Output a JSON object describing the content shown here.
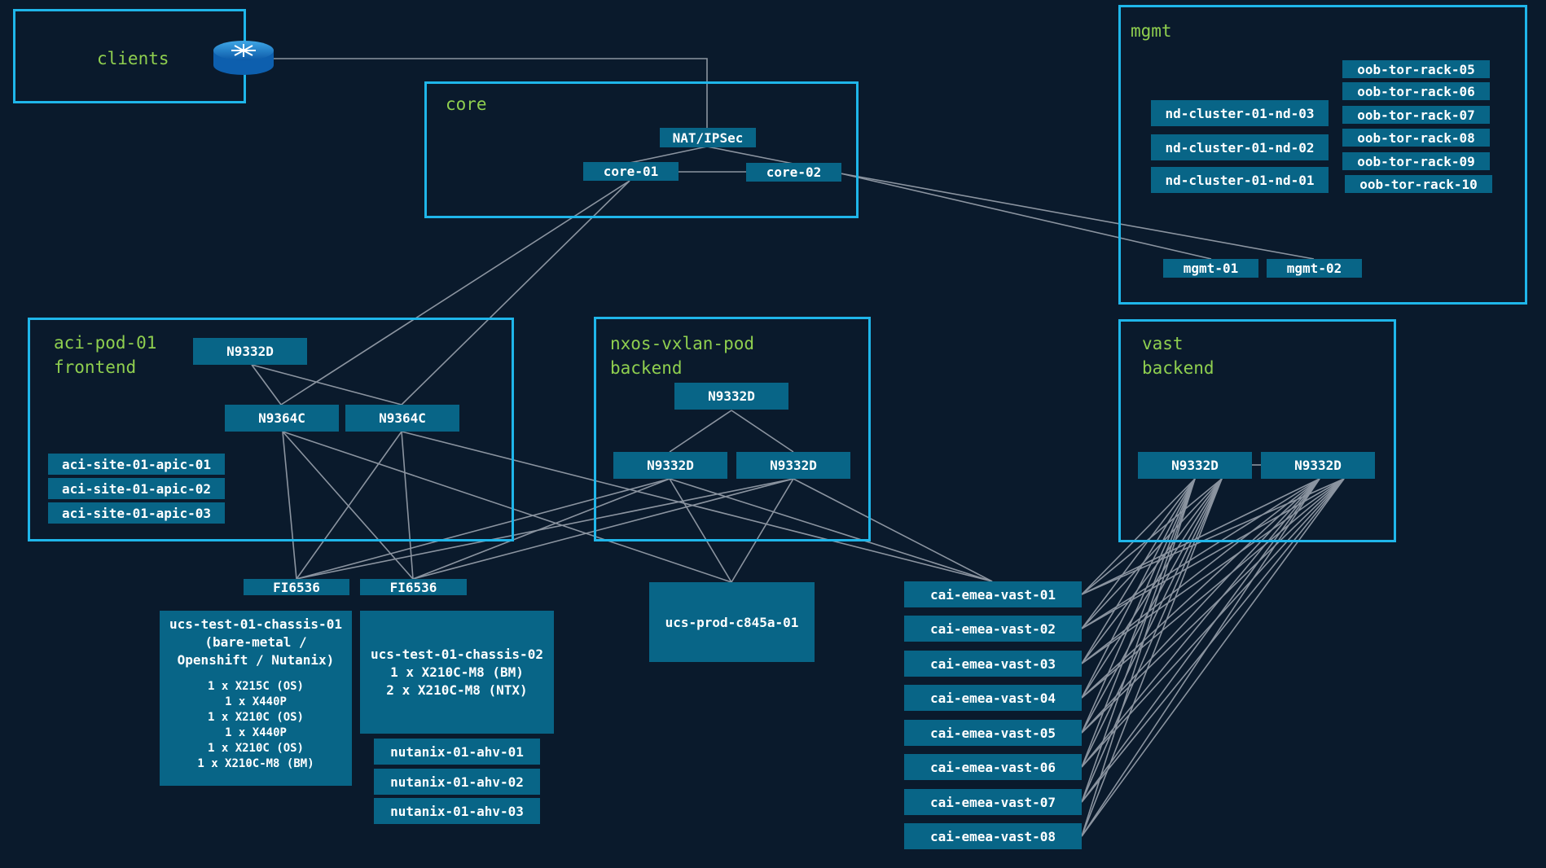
{
  "groups": {
    "clients": "clients",
    "core": "core",
    "mgmt": "mgmt",
    "aci": "aci-pod-01\nfrontend",
    "nxos": "nxos-vxlan-pod\nbackend",
    "vast": "vast\nbackend"
  },
  "router_icon": "router-icon",
  "nodes": {
    "nat": "NAT/IPSec",
    "core01": "core-01",
    "core02": "core-02",
    "ndc3": "nd-cluster-01-nd-03",
    "ndc2": "nd-cluster-01-nd-02",
    "ndc1": "nd-cluster-01-nd-01",
    "oob05": "oob-tor-rack-05",
    "oob06": "oob-tor-rack-06",
    "oob07": "oob-tor-rack-07",
    "oob08": "oob-tor-rack-08",
    "oob09": "oob-tor-rack-09",
    "oob10": "oob-tor-rack-10",
    "mgmt01": "mgmt-01",
    "mgmt02": "mgmt-02",
    "aci_spine": "N9332D",
    "aci_leaf1": "N9364C",
    "aci_leaf2": "N9364C",
    "apic1": "aci-site-01-apic-01",
    "apic2": "aci-site-01-apic-02",
    "apic3": "aci-site-01-apic-03",
    "nx_spine": "N9332D",
    "nx_leaf1": "N9332D",
    "nx_leaf2": "N9332D",
    "vast_sw1": "N9332D",
    "vast_sw2": "N9332D",
    "fi1": "FI6536",
    "fi2": "FI6536",
    "chassis1_title": "ucs-test-01-chassis-01\n(bare-metal /\nOpenshift / Nutanix)",
    "chassis1_detail": "1 x X215C (OS)\n1 x X440P\n1 x X210C (OS)\n1 x X440P\n1 x X210C (OS)\n1 x X210C-M8 (BM)",
    "chassis2": "ucs-test-01-chassis-02\n1 x X210C-M8 (BM)\n2 x X210C-M8 (NTX)",
    "ntx1": "nutanix-01-ahv-01",
    "ntx2": "nutanix-01-ahv-02",
    "ntx3": "nutanix-01-ahv-03",
    "ucsprod": "ucs-prod-c845a-01",
    "vast01": "cai-emea-vast-01",
    "vast02": "cai-emea-vast-02",
    "vast03": "cai-emea-vast-03",
    "vast04": "cai-emea-vast-04",
    "vast05": "cai-emea-vast-05",
    "vast06": "cai-emea-vast-06",
    "vast07": "cai-emea-vast-07",
    "vast08": "cai-emea-vast-08"
  },
  "colors": {
    "background": "#0a1a2c",
    "group_border": "#1fb6ea",
    "group_label": "#8fcf4f",
    "node_fill": "#086587",
    "link": "#8b94a0"
  }
}
